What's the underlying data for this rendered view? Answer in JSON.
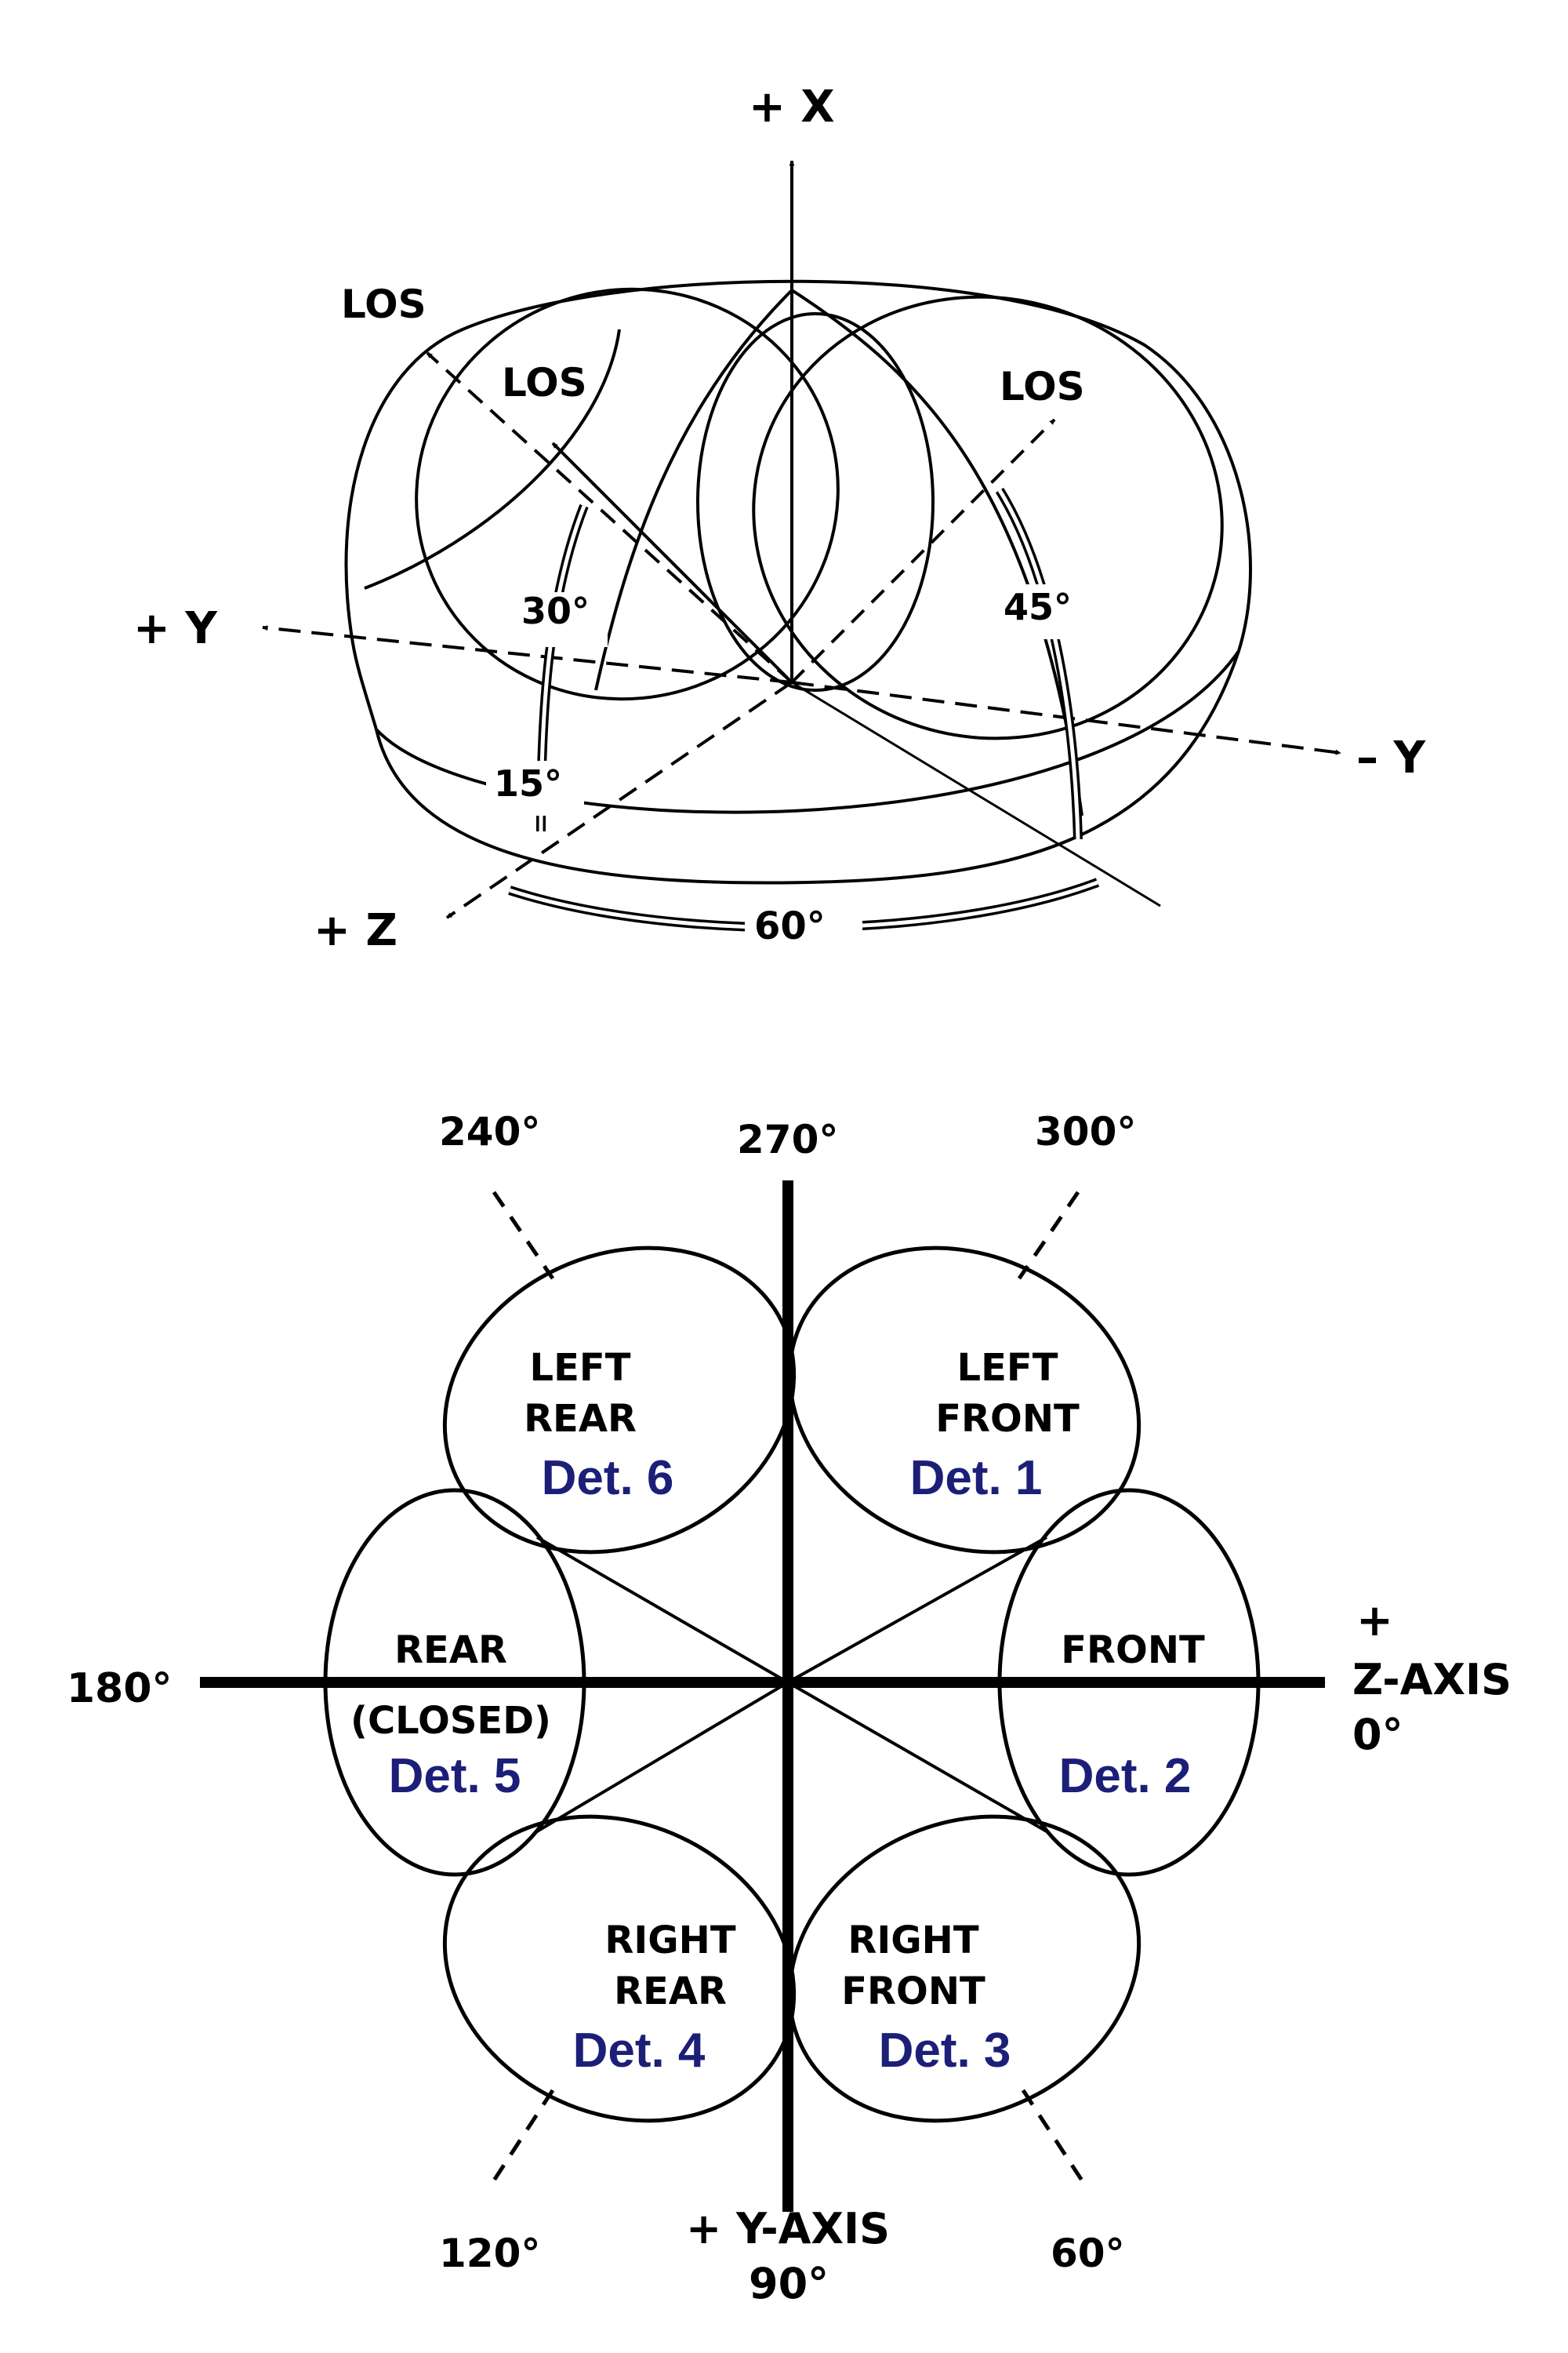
{
  "colors": {
    "ink": "#000000",
    "detector": "#1c1f78",
    "paper": "#ffffff"
  },
  "top_view": {
    "axes": {
      "plus_x": "+ X",
      "plus_y": "+ Y",
      "minus_y": "– Y",
      "plus_z": "+ Z"
    },
    "los_labels": [
      "LOS",
      "LOS",
      "LOS"
    ],
    "angles": {
      "a30": "30°",
      "a15": "15°",
      "a45": "45°",
      "a60": "60°"
    }
  },
  "bottom_view": {
    "directions": {
      "d240": "240°",
      "d270": "270°",
      "d300": "300°",
      "d180": "180°",
      "d120": "120°",
      "d60": "60°"
    },
    "z_axis": {
      "plus": "+",
      "name": "Z-AXIS",
      "deg": "0°"
    },
    "y_axis": {
      "name": "+ Y-AXIS",
      "deg": "90°"
    },
    "lobes": [
      {
        "line1": "LEFT",
        "line2": "REAR",
        "det": "Det. 6"
      },
      {
        "line1": "LEFT",
        "line2": "FRONT",
        "det": "Det. 1"
      },
      {
        "line1": "REAR",
        "line2": "(CLOSED)",
        "det": "Det. 5"
      },
      {
        "line1": "FRONT",
        "line2": "",
        "det": "Det. 2"
      },
      {
        "line1": "RIGHT",
        "line2": "REAR",
        "det": "Det. 4"
      },
      {
        "line1": "RIGHT",
        "line2": "FRONT",
        "det": "Det. 3"
      }
    ]
  }
}
